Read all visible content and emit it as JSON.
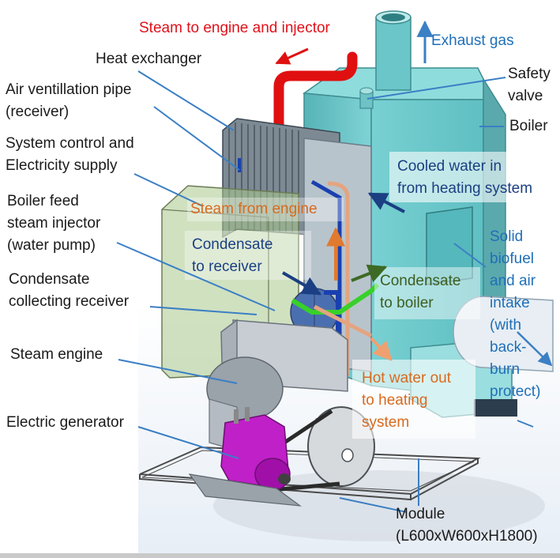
{
  "labels": {
    "steam_to_engine": "Steam to engine and injector",
    "heat_exchanger": "Heat exchanger",
    "air_pipe_1": "Air ventillation pipe",
    "air_pipe_2": "(receiver)",
    "system_control_1": "System control and",
    "system_control_2": "Electricity supply",
    "feed_injector_1": "Boiler feed",
    "feed_injector_2": "steam injector",
    "feed_injector_3": "(water pump)",
    "cond_receiver_1": "Condensate",
    "cond_receiver_2": "collecting receiver",
    "steam_engine": "Steam engine",
    "electric_generator": "Electric generator",
    "exhaust_gas": "Exhaust gas",
    "safety_valve_1": "Safety",
    "safety_valve_2": "valve",
    "boiler": "Boiler",
    "cooled_water_1": "Cooled water in",
    "cooled_water_2": "from heating system",
    "steam_from_engine": "Steam from engine",
    "cond_to_receiver_1": "Condensate",
    "cond_to_receiver_2": "to receiver",
    "cond_to_boiler_1": "Condensate",
    "cond_to_boiler_2": "to boiler",
    "biofuel_1": "Solid",
    "biofuel_2": "biofuel",
    "biofuel_3": "and air",
    "biofuel_4": "intake",
    "biofuel_5": "(with",
    "biofuel_6": "back-",
    "biofuel_7": "burn",
    "biofuel_8": "protect)",
    "hot_water_1": "Hot water out",
    "hot_water_2": "to heating",
    "hot_water_3": "system",
    "module_1": "Module",
    "module_2": "(L600xW600xH1800)"
  },
  "colors": {
    "leader_line": "#3b7fc4",
    "steam_pipe": "#e01010",
    "boiler_body": "#6cc7c9",
    "engine_housing": "#a8c48c",
    "generator": "#c020c8"
  }
}
